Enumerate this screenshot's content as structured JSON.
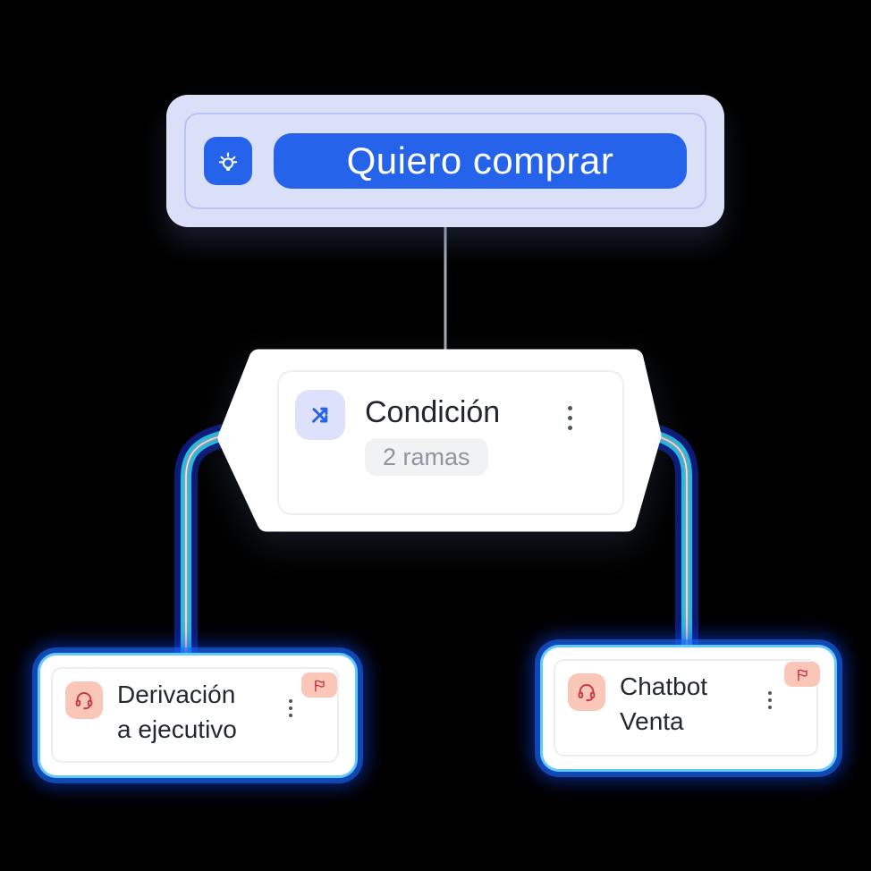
{
  "colors": {
    "background": "#000000",
    "primary_blue": "#2563EB",
    "trigger_container": "#DBE0F9",
    "trigger_outline": "#B9C4F3",
    "condition_icon_bg": "#DDE1FC",
    "card_border": "#EDEFF2",
    "text_dark": "#21262F",
    "badge_bg": "#F1F2F4",
    "badge_text": "#8F959E",
    "salmon": "#F9C6B8",
    "red": "#C83749",
    "connector_gray": "#A6ACB4",
    "glow_cyan": "#28D9F6",
    "glow_blue": "#1535EE"
  },
  "trigger_node": {
    "icon": "lightbulb-icon",
    "message": "Quiero comprar"
  },
  "condition_node": {
    "icon": "shuffle-icon",
    "title": "Condición",
    "branches_badge": "2 ramas",
    "menu_icon": "kebab-menu-icon"
  },
  "branch_nodes": [
    {
      "icon": "headset-icon",
      "title_line1": "Derivación",
      "title_line2": "a ejecutivo",
      "menu_icon": "kebab-menu-icon",
      "flag": "flag-icon"
    },
    {
      "icon": "headset-icon",
      "title_line1": "Chatbot",
      "title_line2": "Venta",
      "menu_icon": "kebab-menu-icon",
      "flag": "flag-icon"
    }
  ]
}
